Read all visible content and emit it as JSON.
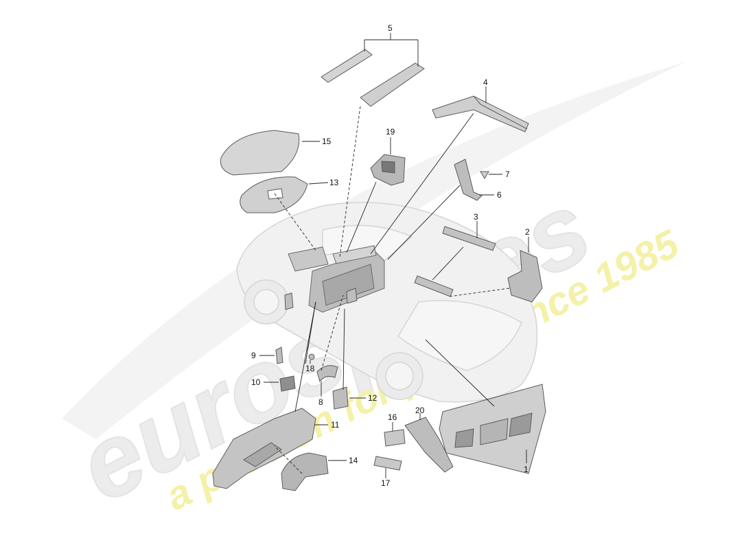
{
  "diagram": {
    "colors": {
      "part_fill": "#cfcfcf",
      "part_dark": "#9a9a9a",
      "part_edge": "#5a5a5a",
      "car_ghost": "#e2e2e2",
      "line": "#222222",
      "watermark_main": "#ececec",
      "watermark_tag": "#f2f0a0"
    },
    "watermark": {
      "brand": "eurospares",
      "tagline": "a passion for parts since 1985"
    },
    "callouts": [
      "1",
      "2",
      "3",
      "4",
      "5",
      "6",
      "7",
      "8",
      "9",
      "10",
      "11",
      "12",
      "13",
      "14",
      "15",
      "16",
      "17",
      "18",
      "19",
      "20"
    ]
  }
}
